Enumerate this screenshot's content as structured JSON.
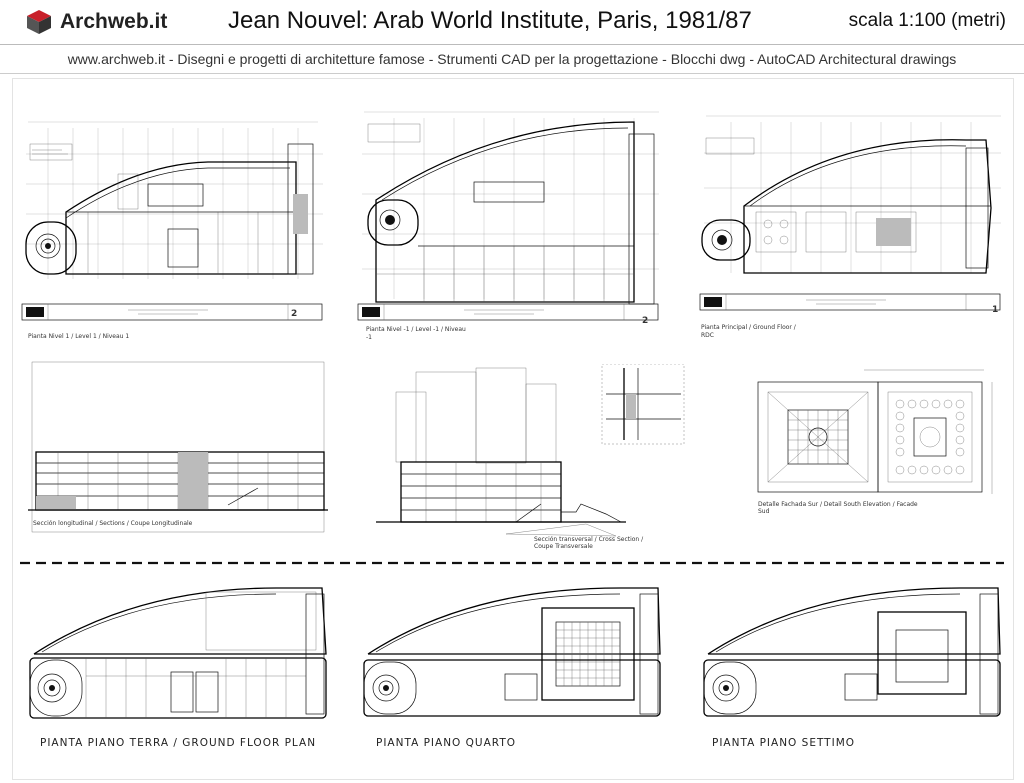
{
  "header": {
    "brand": "Archweb.it",
    "title": "Jean Nouvel: Arab World Institute, Paris, 1981/87",
    "scale": "scala 1:100 (metri)",
    "subline": "www.archweb.it -   Disegni e progetti di architetture famose  -  Strumenti CAD  per la progettazione  -  Blocchi dwg - AutoCAD Architectural drawings"
  },
  "colors": {
    "logo_red": "#c8202a",
    "logo_dark": "#333333"
  },
  "icons": {
    "logo": "cube-logo-icon"
  },
  "top_row": [
    {
      "caption": "Pianta Nivel 1 / Level 1 / Niveau 1",
      "sheet_no": "2"
    },
    {
      "caption_line1": "Pianta Nivel -1 / Level -1 / Niveau",
      "caption_line2": "-1",
      "sheet_no": "2"
    },
    {
      "caption_line1": "Pianta Principal / Ground Floor /",
      "caption_line2": "RDC",
      "sheet_no": "1"
    }
  ],
  "middle_row": {
    "section_long": "Sección longitudinal /  Sections / Coupe Longitudinale",
    "section_cross_line1": "Sección transversal / Cross Section /",
    "section_cross_line2": "Coupe Transversale",
    "facade_line1": "Detalle Fachada Sur / Detail South Elevation / Facade",
    "facade_line2": "Sud"
  },
  "bottom_row": [
    {
      "label": "PIANTA PIANO TERRA /  GROUND FLOOR PLAN"
    },
    {
      "label": "PIANTA PIANO QUARTO"
    },
    {
      "label": "PIANTA PIANO SETTIMO"
    }
  ]
}
